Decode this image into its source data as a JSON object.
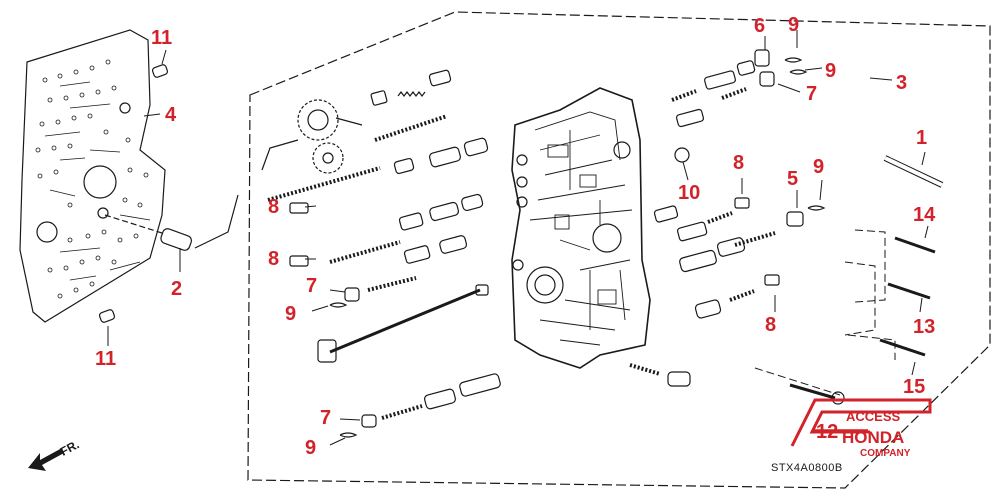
{
  "callouts": {
    "c1": "1",
    "c2": "2",
    "c3": "3",
    "c4": "4",
    "c5": "5",
    "c6": "6",
    "c7a": "7",
    "c7b": "7",
    "c7c": "7",
    "c8a": "8",
    "c8b": "8",
    "c8c": "8",
    "c8d": "8",
    "c9a": "9",
    "c9b": "9",
    "c9c": "9",
    "c9d": "9",
    "c9e": "9",
    "c10": "10",
    "c11a": "11",
    "c11b": "11",
    "c12": "12",
    "c13": "13",
    "c14": "14",
    "c15": "15"
  },
  "diagram_code": "STX4A0800B",
  "front_marker": "FR.",
  "logo": {
    "line1": "ACCESS",
    "line2": "HONDA",
    "line3": "COMPANY"
  },
  "colors": {
    "callout": "#d2232a",
    "line": "#1a1a1a",
    "logo": "#d2232a"
  }
}
